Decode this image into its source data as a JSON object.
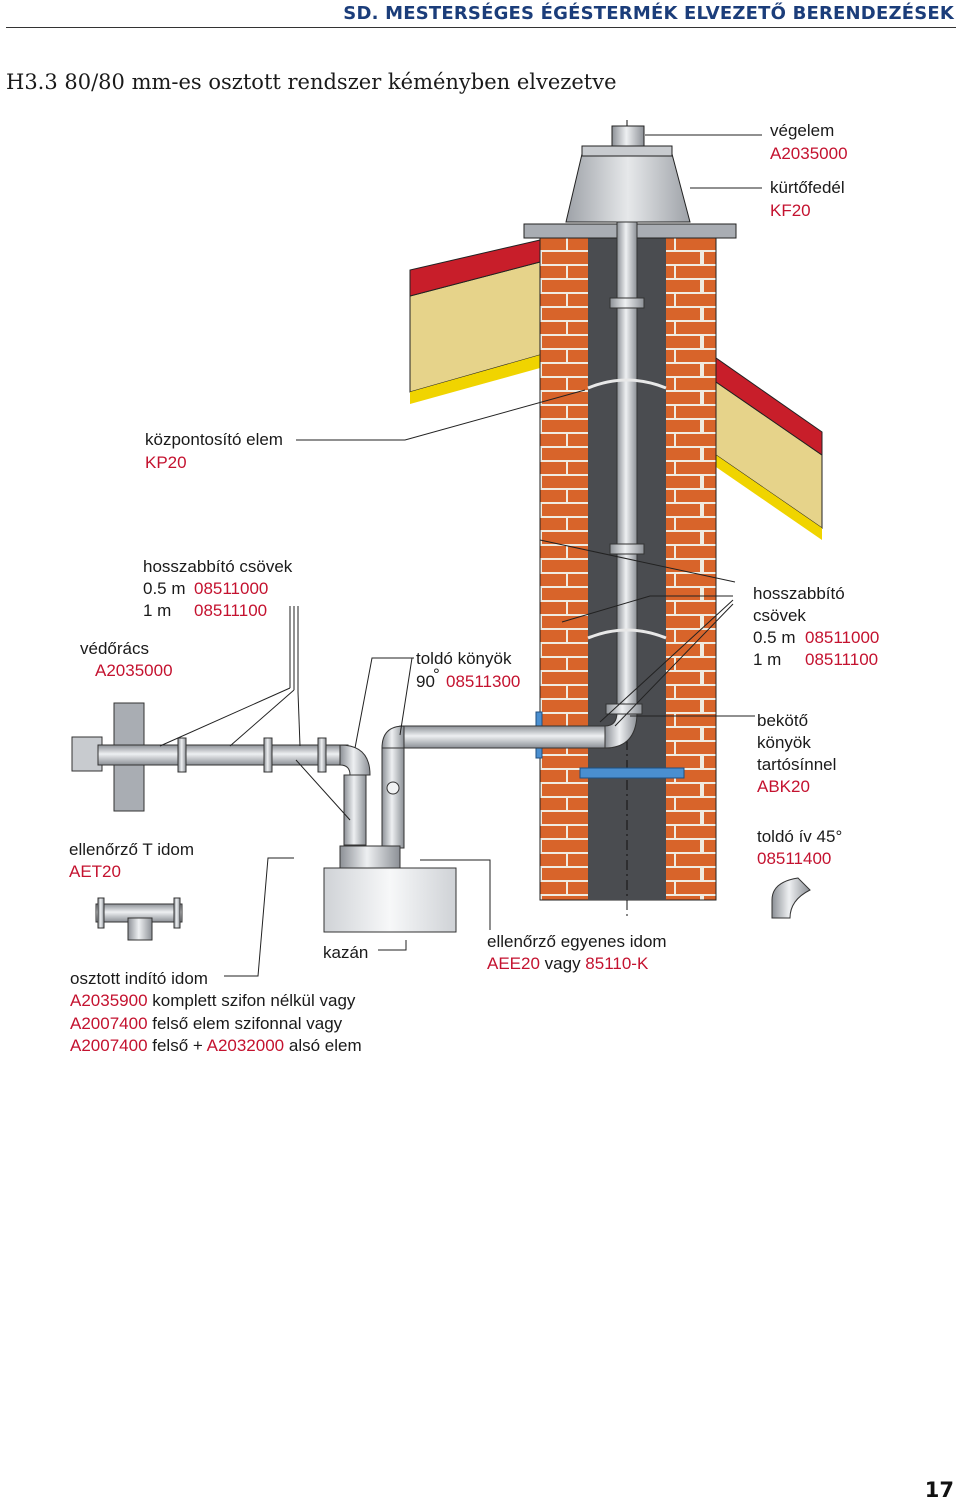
{
  "header": {
    "title": "SD. MESTERSÉGES ÉGÉSTERMÉK ELVEZETŐ BERENDEZÉSEK"
  },
  "section": {
    "title": "H3.3 80/80 mm-es osztott rendszer kéményben elvezetve"
  },
  "labels": {
    "vegelem": {
      "name": "végelem",
      "code": "A2035000"
    },
    "kurtofedel": {
      "name": "kürtőfedél",
      "code": "KF20"
    },
    "kozpontosito": {
      "name": "központosító elem",
      "code": "KP20"
    },
    "hosszabbito_left": {
      "name": "hosszabbító csövek",
      "row1_len": "0.5 m",
      "row1_code": "08511000",
      "row2_len": "1 m",
      "row2_code": "08511100"
    },
    "vedoracs": {
      "name": "védőrács",
      "code": "A2035000"
    },
    "toldo_konyok": {
      "name": "toldó könyök",
      "angle": "90",
      "deg": "°",
      "code": "08511300"
    },
    "hosszabbito_right": {
      "name1": "hosszabbító",
      "name2": "csövek",
      "row1_len": "0.5 m",
      "row1_code": "08511000",
      "row2_len": "1 m",
      "row2_code": "08511100"
    },
    "bekoto": {
      "line1": "bekötő",
      "line2": "könyök",
      "line3": "tartósínnel",
      "code": "ABK20"
    },
    "ellenorzo_t": {
      "name": "ellenőrző T idom",
      "code": "AET20"
    },
    "toldo_iv": {
      "name": "toldó ív 45°",
      "code": "08511400"
    },
    "kazan": {
      "name": "kazán"
    },
    "ellenorzo_egyenes": {
      "name": "ellenőrző egyenes idom",
      "code1": "AEE20",
      "mid": " vagy ",
      "code2": "85110-K"
    },
    "osztott": {
      "name": "osztott indító idom",
      "l1_code": "A2035900",
      "l1_text": " komplett szifon nélkül vagy",
      "l2_code": "A2007400",
      "l2_text": " felső elem szifonnal vagy",
      "l3_code": "A2007400",
      "l3_text": " felső + ",
      "l3_code2": "A2032000",
      "l3_text2": " alsó elem"
    }
  },
  "colors": {
    "brick": "#d8642a",
    "mortar": "#f0ebe0",
    "flue": "#4a4c50",
    "pipe": "#b8bcc2",
    "roof_red": "#c81e2a",
    "roof_yellow": "#e6d38a",
    "rail": "#4a8fd0",
    "code_red": "#c4122f",
    "title_blue": "#1b3d7a"
  },
  "page": {
    "number": "17"
  }
}
